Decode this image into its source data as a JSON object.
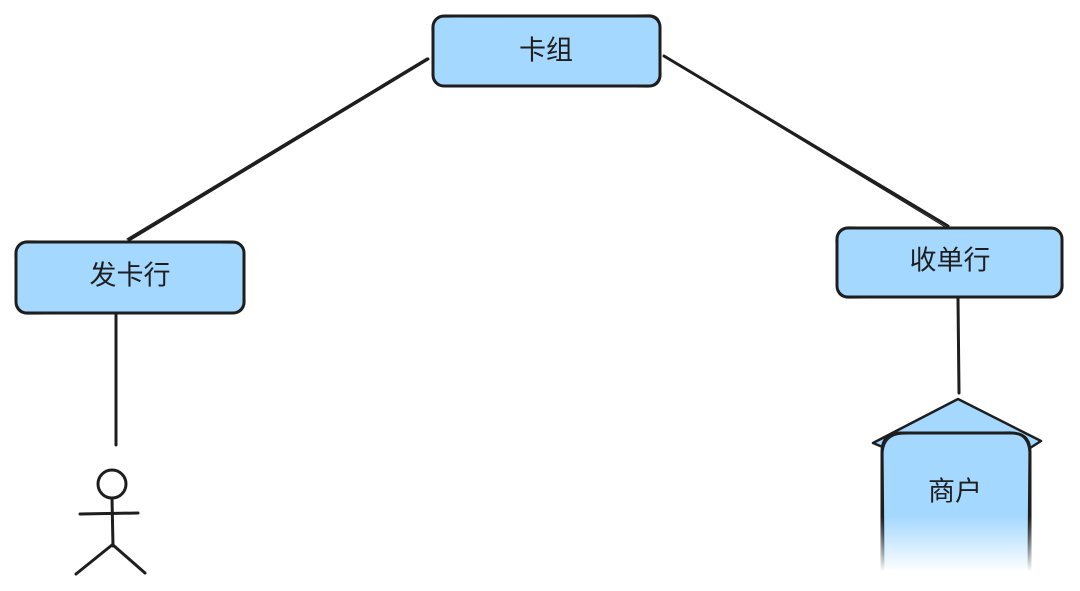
{
  "diagram": {
    "nodes": {
      "card_network": {
        "label": "卡组"
      },
      "issuer": {
        "label": "发卡行"
      },
      "acquirer": {
        "label": "收单行"
      },
      "merchant": {
        "label": "商户"
      }
    },
    "icons": {
      "cardholder": "stick-figure-icon",
      "merchant": "store-icon"
    },
    "colors": {
      "node_fill": "#a5d8ff",
      "stroke": "#1e1e1e",
      "background": "#ffffff"
    }
  }
}
